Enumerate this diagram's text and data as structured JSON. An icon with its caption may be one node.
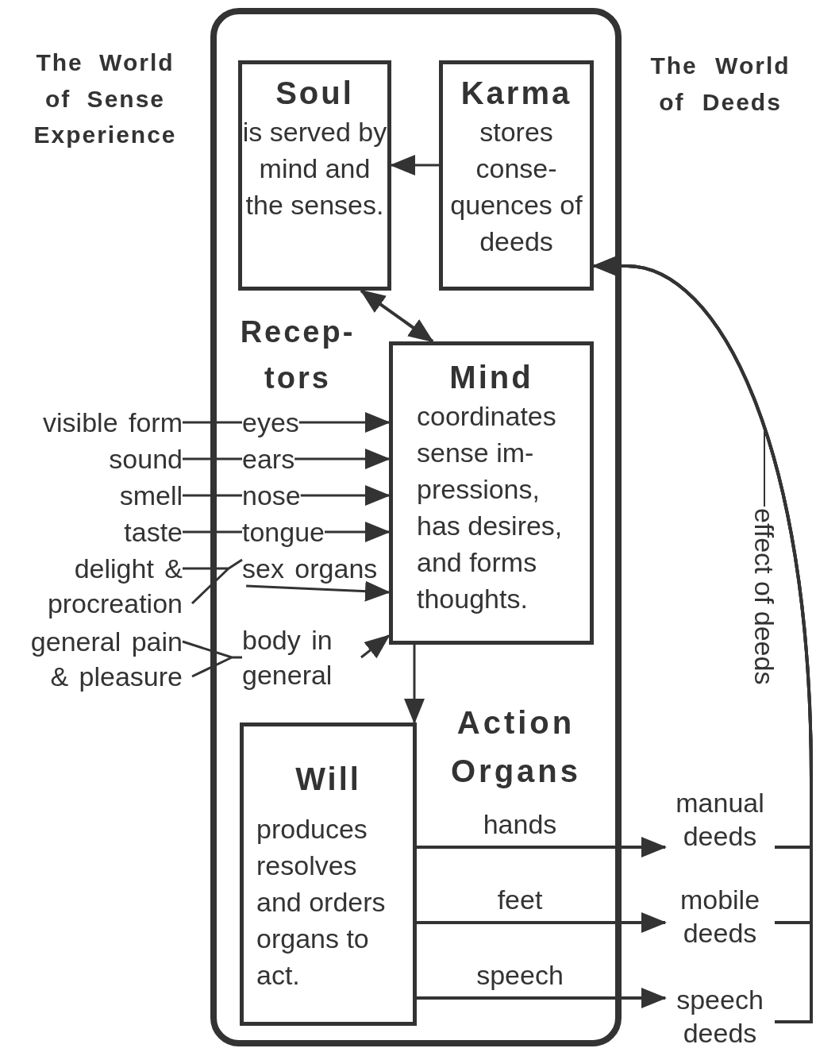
{
  "diagram": {
    "nodes": [
      {
        "text": [],
        "shape": "box"
      },
      {
        "text": [
          "Soul",
          "is served by mind and the senses."
        ],
        "in": 0
      },
      {
        "text": [
          "Karma",
          "stores conse- quences of deeds"
        ],
        "in": 0
      },
      {
        "text": [
          "Mind",
          "coordinates sense im- pressions, has desires, and forms thoughts."
        ],
        "in": 0
      },
      {
        "text": [
          "Will",
          "produces resolves and orders organs to act."
        ],
        "in": 0
      },
      {
        "text": [
          "eyes"
        ],
        "in": 0
      },
      {
        "text": [
          "ears"
        ],
        "in": 0
      },
      {
        "text": [
          "nose"
        ],
        "in": 0
      },
      {
        "text": [
          "tongue"
        ],
        "in": 0
      },
      {
        "text": [
          "sex organs"
        ],
        "in": 0
      },
      {
        "text": [
          "body in general"
        ],
        "in": 0
      },
      {
        "text": [
          "visible form"
        ]
      },
      {
        "text": [
          "sound"
        ]
      },
      {
        "text": [
          "smell"
        ]
      },
      {
        "text": [
          "taste"
        ]
      },
      {
        "text": [
          "delight & procreation"
        ]
      },
      {
        "text": [
          "general pain & pleasure"
        ]
      },
      {
        "text": [
          "manual deeds"
        ]
      },
      {
        "text": [
          "mobile deeds"
        ]
      },
      {
        "text": [
          "speech deeds"
        ]
      }
    ],
    "edges": [
      {
        "from": 2,
        "to": 1,
        "arrow": "to"
      },
      {
        "from": 1,
        "to": 3,
        "arrow": "both"
      },
      {
        "from": 11,
        "to": 5,
        "arrow": "none"
      },
      {
        "from": 12,
        "to": 6,
        "arrow": "none"
      },
      {
        "from": 13,
        "to": 7,
        "arrow": "none"
      },
      {
        "from": 14,
        "to": 8,
        "arrow": "none"
      },
      {
        "from": 15,
        "to": 9,
        "arrow": "none"
      },
      {
        "from": 16,
        "to": 10,
        "arrow": "none"
      },
      {
        "from": 5,
        "to": 3,
        "arrow": "to"
      },
      {
        "from": 6,
        "to": 3,
        "arrow": "to"
      },
      {
        "from": 7,
        "to": 3,
        "arrow": "to"
      },
      {
        "from": 8,
        "to": 3,
        "arrow": "to"
      },
      {
        "from": 9,
        "to": 3,
        "arrow": "to"
      },
      {
        "from": 10,
        "to": 3,
        "arrow": "to"
      },
      {
        "from": 3,
        "to": 4,
        "arrow": "to"
      },
      {
        "from": 4,
        "to": 17,
        "arrow": "to",
        "label": "hands"
      },
      {
        "from": 4,
        "to": 18,
        "arrow": "to",
        "label": "feet"
      },
      {
        "from": 4,
        "to": 19,
        "arrow": "to",
        "label": "speech"
      },
      {
        "from": 17,
        "to": 2,
        "arrow": "to",
        "label": "effect of deeds"
      },
      {
        "from": 18,
        "to": 2,
        "arrow": "to"
      },
      {
        "from": 19,
        "to": 2,
        "arrow": "to"
      }
    ],
    "labels": [
      "The World of Sense Experience",
      "The World of Deeds",
      "Recep- tors",
      "Action Organs"
    ]
  }
}
